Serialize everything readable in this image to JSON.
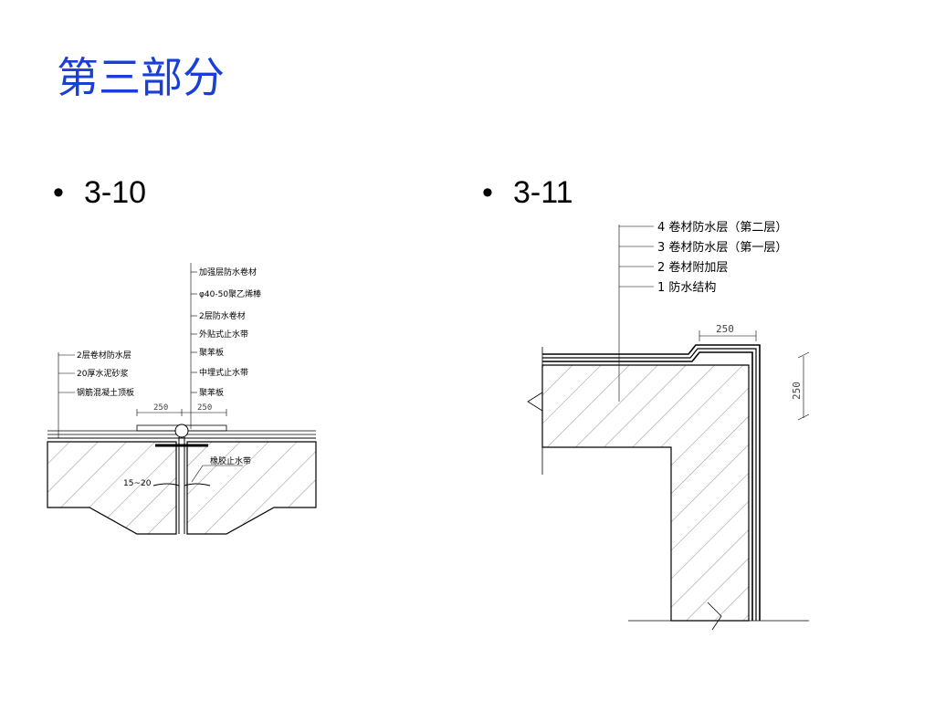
{
  "slide": {
    "title": "第三部分",
    "bullets": [
      {
        "label": "3-10"
      },
      {
        "label": "3-11"
      }
    ]
  },
  "figure_3_10": {
    "right_labels": [
      "加强层防水卷材",
      "φ40-50聚乙烯棒",
      "2层防水卷材",
      "外贴式止水带",
      "聚苯板",
      "中埋式止水带",
      "聚苯板"
    ],
    "left_labels": [
      "2层卷材防水层",
      "20厚水泥砂浆",
      "钢筋混凝土顶板"
    ],
    "dims": [
      "250",
      "250"
    ],
    "gap_label": "15~20",
    "waterstop_label": "橡胶止水带"
  },
  "figure_3_11": {
    "layers": [
      "4 卷材防水层（第二层）",
      "3 卷材防水层（第一层）",
      "2 卷材附加层",
      "1 防水结构"
    ],
    "dim_top": "250",
    "dim_side": "250"
  }
}
